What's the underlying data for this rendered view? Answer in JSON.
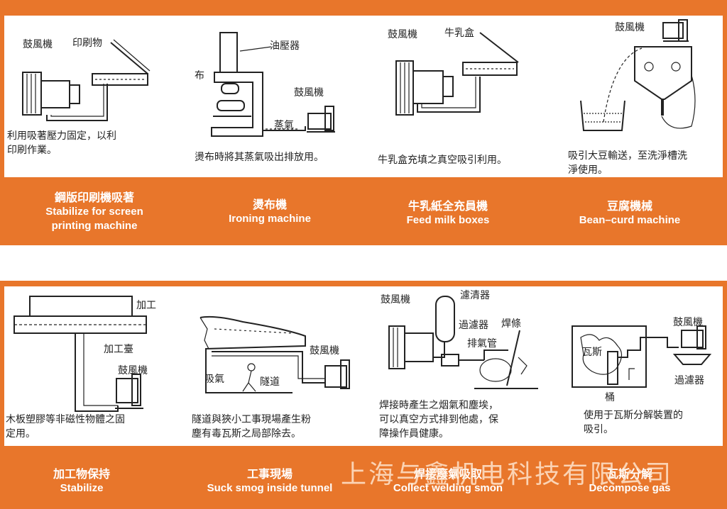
{
  "colors": {
    "accent": "#e8762b",
    "ink": "#222222",
    "panel": "#ffffff"
  },
  "row1": [
    {
      "labels": [
        "鼓風機",
        "印刷物"
      ],
      "desc": [
        "利用吸著壓力固定，以利",
        "印刷作業。"
      ],
      "title_cn": "鋼版印刷機吸著",
      "title_en": [
        "Stabilize for screen",
        "printing machine"
      ]
    },
    {
      "labels": [
        "油壓器",
        "布",
        "鼓風機",
        "蒸氣"
      ],
      "desc": [
        "燙布時將其蒸氣吸出排放用。"
      ],
      "title_cn": "燙布機",
      "title_en": [
        "Ironing machine"
      ]
    },
    {
      "labels": [
        "鼓風機",
        "牛乳盒"
      ],
      "desc": [
        "牛乳盒充填之真空吸引利用。"
      ],
      "title_cn": "牛乳紙全充員機",
      "title_en": [
        "Feed milk boxes"
      ]
    },
    {
      "labels": [
        "鼓風機"
      ],
      "desc": [
        "吸引大豆輸送，至洗淨槽洗",
        "淨使用。"
      ],
      "title_cn": "豆腐機械",
      "title_en": [
        "Bean–curd machine"
      ]
    }
  ],
  "row2": [
    {
      "labels": [
        "加工",
        "加工臺",
        "鼓風機"
      ],
      "desc": [
        "木板塑膠等非磁性物體之固",
        "定用。"
      ],
      "title_cn": "加工物保持",
      "title_en": [
        "Stabilize"
      ]
    },
    {
      "labels": [
        "鼓風機",
        "吸氣",
        "隧道"
      ],
      "desc": [
        "隧道與狹小工事現場產生粉",
        "塵有毒瓦斯之局部除去。"
      ],
      "title_cn": "工事現場",
      "title_en": [
        "Suck smog inside tunnel"
      ]
    },
    {
      "labels": [
        "鼓風機",
        "濾清器",
        "過濾器",
        "焊條",
        "排氣管"
      ],
      "desc": [
        "焊接時產生之烟氣和塵埃，",
        "可以真空方式排到他處，保",
        "障操作員健康。"
      ],
      "title_cn": "焊接廢氣吸取",
      "title_en": [
        "Collect welding smon"
      ]
    },
    {
      "labels": [
        "鼓風機",
        "瓦斯",
        "過濾器",
        "桶"
      ],
      "desc": [
        "使用于瓦斯分解裝置的",
        "吸引。"
      ],
      "title_cn": "瓦斯分解",
      "title_en": [
        "Decompose gas"
      ]
    }
  ],
  "watermark": "上海与鑫机电科技有限公司"
}
